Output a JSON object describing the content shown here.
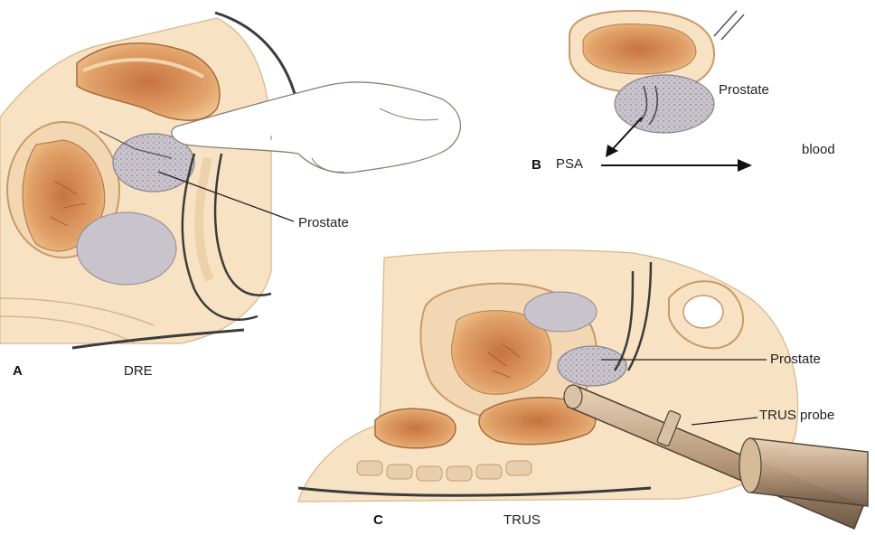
{
  "panels": {
    "a": {
      "letter": "A",
      "caption": "DRE",
      "structure_label": "Prostate"
    },
    "b": {
      "letter": "B",
      "structure_label": "Prostate",
      "source": "PSA",
      "destination": "blood"
    },
    "c": {
      "letter": "C",
      "caption": "TRUS",
      "structure_label": "Prostate",
      "probe_label": "TRUS probe"
    }
  },
  "colors": {
    "tissue_fill": "#f7e3c4",
    "tissue_outline": "#c9996a",
    "organ_fill": "#e1a26a",
    "organ_core": "#c8733d",
    "prostate_fill": "#c7c2c9",
    "probe_fill": "#b89a7c",
    "dark_line": "#3b3b3b",
    "background": "#ffffff"
  }
}
